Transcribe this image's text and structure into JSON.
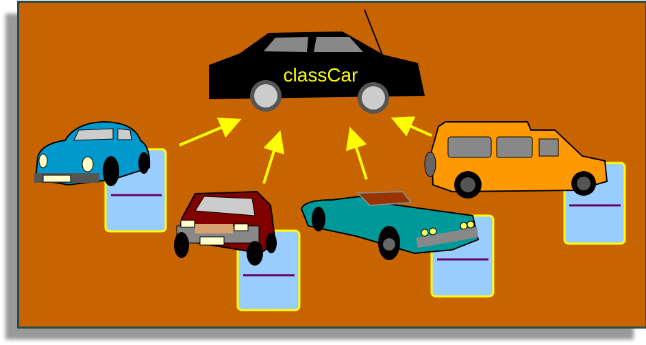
{
  "base_class": {
    "label": "classCar",
    "color": "#000000",
    "label_color": "#ffff00"
  },
  "colors": {
    "background": "#c86400",
    "arrow": "#ffff00",
    "card_fill": "#99ccff",
    "card_border": "#ffff00",
    "card_line": "#660066"
  },
  "subclasses": [
    {
      "name": "beetle",
      "color": "#0099cc"
    },
    {
      "name": "hatchback",
      "color": "#800000"
    },
    {
      "name": "convertible",
      "color": "#009999"
    },
    {
      "name": "van",
      "color": "#ff9900"
    }
  ]
}
